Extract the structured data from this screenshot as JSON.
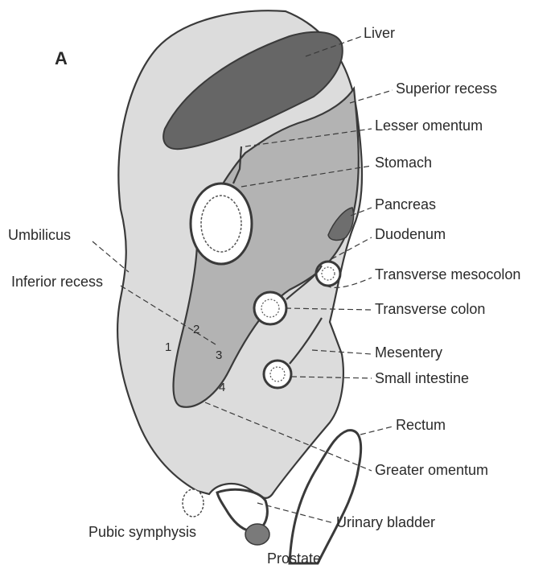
{
  "figure": {
    "panel_letter": "A",
    "labels": {
      "liver": "Liver",
      "superior_recess": "Superior recess",
      "lesser_omentum": "Lesser omentum",
      "stomach": "Stomach",
      "pancreas": "Pancreas",
      "duodenum": "Duodenum",
      "umbilicus": "Umbilicus",
      "inferior_recess": "Inferior recess",
      "transverse_mesocolon": "Transverse mesocolon",
      "transverse_colon": "Transverse colon",
      "mesentery": "Mesentery",
      "small_intestine": "Small intestine",
      "rectum": "Rectum",
      "greater_omentum": "Greater omentum",
      "urinary_bladder": "Urinary bladder",
      "pubic_symphysis": "Pubic symphysis",
      "prostate": "Prostate"
    },
    "layer_numbers": [
      "1",
      "2",
      "3",
      "4"
    ],
    "colors": {
      "peritoneal_cavity": "#dcdcdc",
      "lesser_sac": "#b3b3b3",
      "liver": "#666666",
      "pancreas": "#6e6e6e",
      "outline": "#3a3a3a"
    }
  }
}
